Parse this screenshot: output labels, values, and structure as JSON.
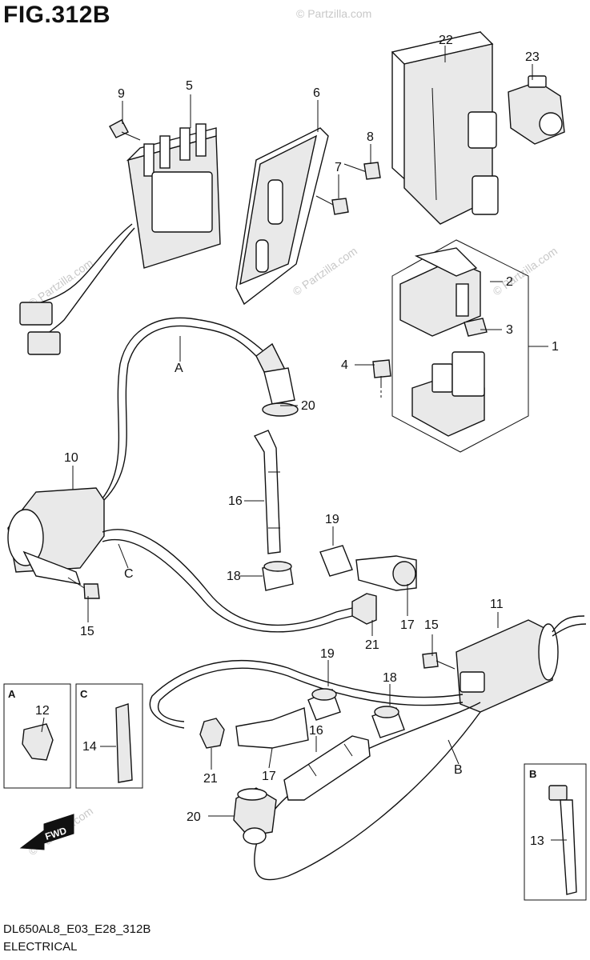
{
  "header": {
    "figure_title": "FIG.312B"
  },
  "footer": {
    "diagram_code": "DL650AL8_E03_E28_312B",
    "section_name": "ELECTRICAL"
  },
  "watermark": "© Partzilla.com",
  "callouts": [
    "1",
    "2",
    "3",
    "4",
    "5",
    "6",
    "7",
    "8",
    "9",
    "10",
    "11",
    "12",
    "13",
    "14",
    "15",
    "16",
    "17",
    "18",
    "19",
    "20",
    "21",
    "22",
    "23"
  ],
  "wire_refs": [
    "A",
    "B",
    "C"
  ],
  "insets": {
    "a": "A",
    "b": "B",
    "c": "C"
  },
  "fwd_label": "FWD",
  "colors": {
    "ink": "#111111",
    "part_fill": "#e9e9e9",
    "watermark": "#c8c8c8"
  }
}
